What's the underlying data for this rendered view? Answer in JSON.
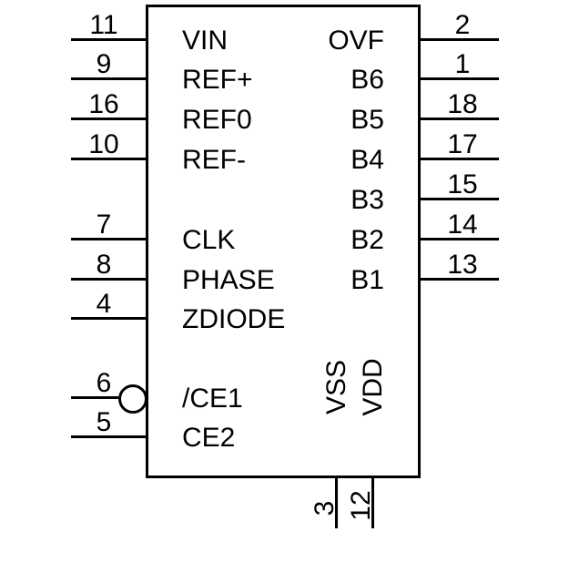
{
  "diagram": {
    "type": "ic-schematic-symbol",
    "background_color": "#ffffff",
    "line_color": "#000000",
    "pins": {
      "left": [
        {
          "number": "11",
          "label": "VIN"
        },
        {
          "number": "9",
          "label": "REF+"
        },
        {
          "number": "16",
          "label": "REF0"
        },
        {
          "number": "10",
          "label": "REF-"
        },
        {
          "number": "7",
          "label": "CLK"
        },
        {
          "number": "8",
          "label": "PHASE"
        },
        {
          "number": "4",
          "label": "ZDIODE"
        },
        {
          "number": "6",
          "label": "/CE1",
          "inverted": true
        },
        {
          "number": "5",
          "label": "CE2"
        }
      ],
      "right": [
        {
          "number": "2",
          "label": "OVF"
        },
        {
          "number": "1",
          "label": "B6"
        },
        {
          "number": "18",
          "label": "B5"
        },
        {
          "number": "17",
          "label": "B4"
        },
        {
          "number": "15",
          "label": "B3"
        },
        {
          "number": "14",
          "label": "B2"
        },
        {
          "number": "13",
          "label": "B1"
        }
      ],
      "bottom": [
        {
          "number": "3",
          "label": "VSS"
        },
        {
          "number": "12",
          "label": "VDD"
        }
      ]
    }
  }
}
